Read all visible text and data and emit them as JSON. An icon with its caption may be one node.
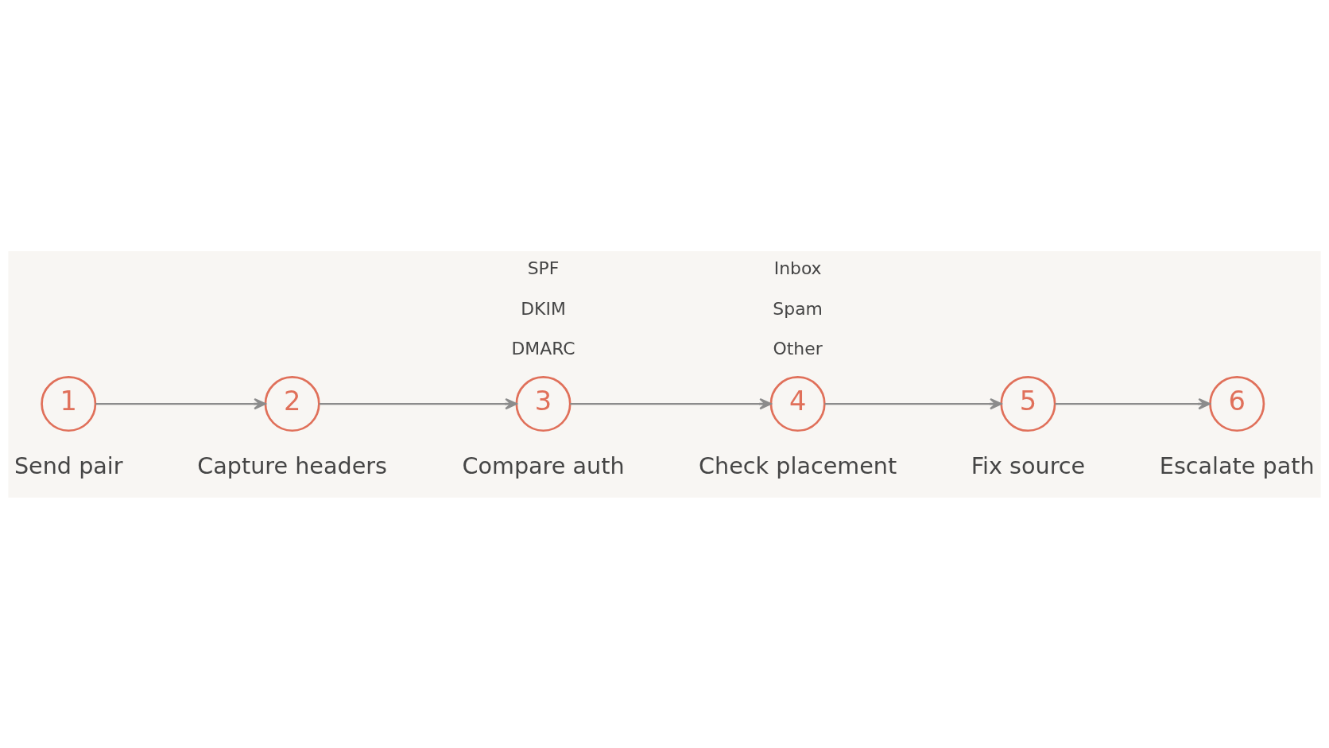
{
  "diagram": {
    "nodes": [
      {
        "text": [
          "1"
        ],
        "beside": [
          "Send pair"
        ]
      },
      {
        "text": [
          "2"
        ],
        "beside": [
          "Capture headers"
        ]
      },
      {
        "text": [
          "3"
        ],
        "beside": [
          "Compare auth"
        ]
      },
      {
        "text": [
          "4"
        ],
        "beside": [
          "Check placement"
        ]
      },
      {
        "text": [
          "5"
        ],
        "beside": [
          "Fix source"
        ]
      },
      {
        "text": [
          "6"
        ],
        "beside": [
          "Escalate path"
        ]
      }
    ],
    "edges": [
      {
        "from": 0,
        "to": 1,
        "arrow": "to"
      },
      {
        "from": 1,
        "to": 2,
        "arrow": "to"
      },
      {
        "from": 2,
        "to": 3,
        "arrow": "to"
      },
      {
        "from": 3,
        "to": 4,
        "arrow": "to"
      },
      {
        "from": 4,
        "to": 5,
        "arrow": "to"
      }
    ],
    "labels": [
      "SPF",
      "DKIM",
      "DMARC",
      "Inbox",
      "Spam",
      "Other"
    ]
  }
}
